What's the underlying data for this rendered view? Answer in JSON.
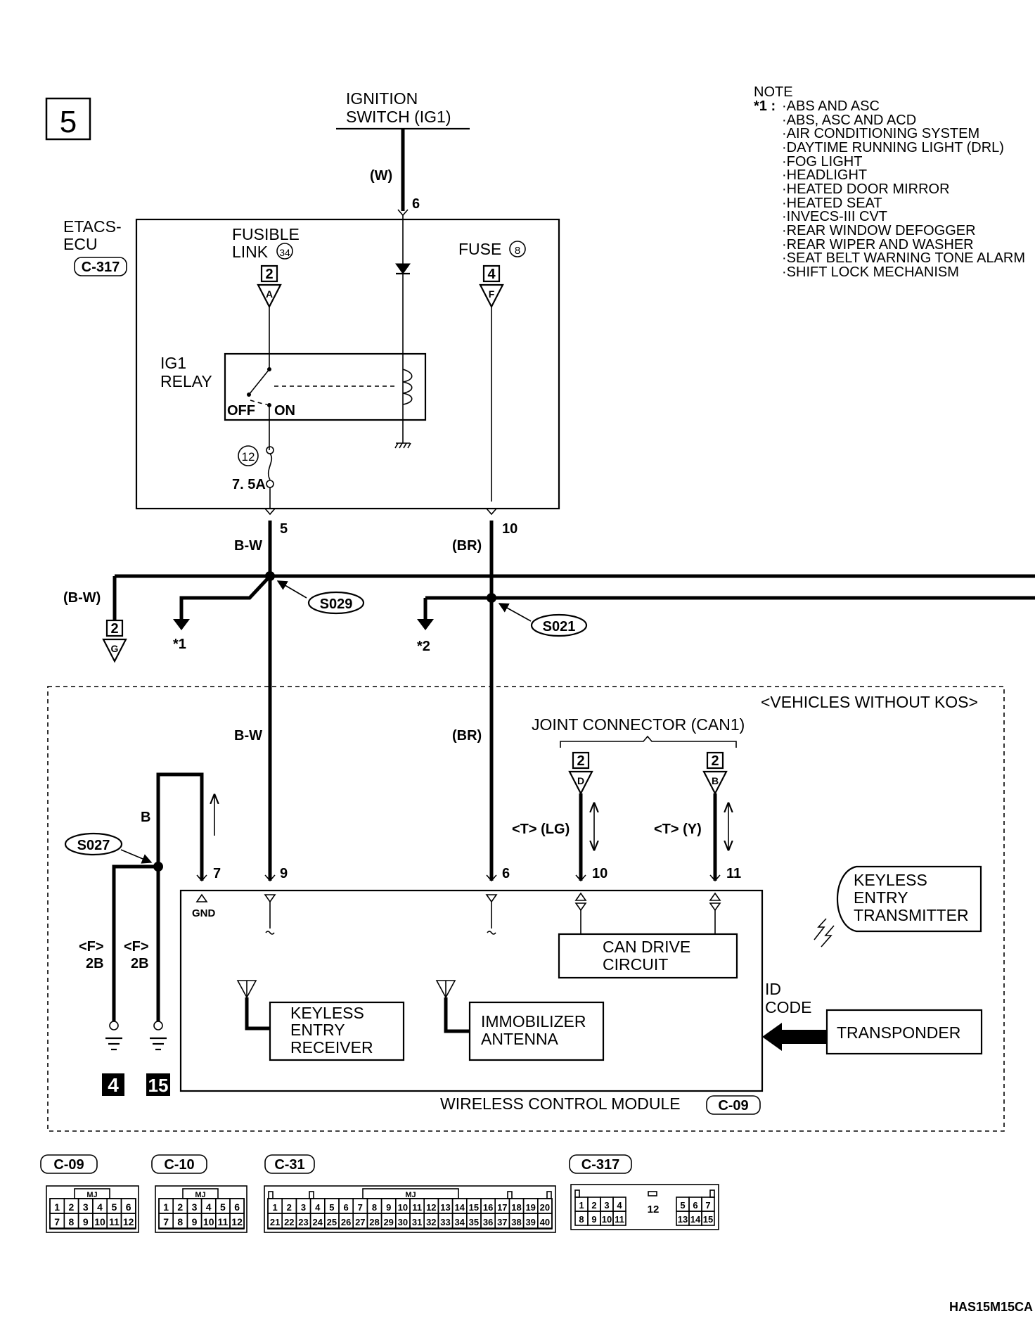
{
  "page_number": "5",
  "ignition_switch": [
    "IGNITION",
    "SWITCH (IG1)"
  ],
  "wire_colors": {
    "w": "(W)",
    "bw": "B-W",
    "bw_paren": "(B-W)",
    "br": "(BR)",
    "b": "B",
    "t_lg": "<T> (LG)",
    "t_y": "<T> (Y)",
    "f_2b": [
      "<F>",
      "2B"
    ]
  },
  "etacs": {
    "title": [
      "ETACS-",
      "ECU"
    ],
    "connector": "C-317",
    "fusible_link": [
      "FUSIBLE",
      "LINK"
    ],
    "fusible_link_no": "34",
    "fuse": "FUSE",
    "fuse_no": "8",
    "relay": [
      "IG1",
      "RELAY"
    ],
    "relay_off": "OFF",
    "relay_on": "ON",
    "fuse12_no": "12",
    "fuse12_rating": "7. 5A",
    "pins": {
      "p6": "6",
      "p5": "5",
      "p10": "10"
    }
  },
  "connectors": {
    "a": {
      "num": "2",
      "letter": "A"
    },
    "f": {
      "num": "4",
      "letter": "F"
    },
    "g": {
      "num": "2",
      "letter": "G"
    },
    "d": {
      "num": "2",
      "letter": "D"
    },
    "b": {
      "num": "2",
      "letter": "B"
    }
  },
  "splices": {
    "s029": "S029",
    "s021": "S021",
    "s027": "S027"
  },
  "refs": {
    "r1": "*1",
    "r2": "*2"
  },
  "note": {
    "title": "NOTE",
    "ref": "*1 :",
    "items": [
      "·ABS AND ASC",
      "·ABS, ASC AND ACD",
      "·AIR CONDITIONING SYSTEM",
      "·DAYTIME RUNNING LIGHT (DRL)",
      "·FOG LIGHT",
      "·HEADLIGHT",
      "·HEATED DOOR MIRROR",
      "·HEATED SEAT",
      "·INVECS-III CVT",
      "·REAR WINDOW DEFOGGER",
      "·REAR WIPER AND WASHER",
      "·SEAT BELT WARNING TONE ALARM",
      "·SHIFT LOCK MECHANISM"
    ]
  },
  "kos_box": {
    "label": "<VEHICLES WITHOUT KOS>",
    "joint_connector": "JOINT CONNECTOR (CAN1)"
  },
  "module": {
    "name": "WIRELESS CONTROL MODULE",
    "connector": "C-09",
    "pins": {
      "p7": "7",
      "p9": "9",
      "p6": "6",
      "p10": "10",
      "p11": "11"
    },
    "gnd": "GND",
    "can_drive": [
      "CAN DRIVE",
      "CIRCUIT"
    ],
    "keyless_receiver": [
      "KEYLESS",
      "ENTRY",
      "RECEIVER"
    ],
    "immobilizer": [
      "IMMOBILIZER",
      "ANTENNA"
    ]
  },
  "transmitter": [
    "KEYLESS",
    "ENTRY",
    "TRANSMITTER"
  ],
  "transponder": "TRANSPONDER",
  "id_code": [
    "ID",
    "CODE"
  ],
  "grounds": [
    "4",
    "15"
  ],
  "connector_faces": {
    "c09": {
      "label": "C-09",
      "tag": "MJ",
      "row1": [
        "1",
        "2",
        "3",
        "4",
        "5",
        "6"
      ],
      "row2": [
        "7",
        "8",
        "9",
        "10",
        "11",
        "12"
      ]
    },
    "c10": {
      "label": "C-10",
      "tag": "MJ",
      "row1": [
        "1",
        "2",
        "3",
        "4",
        "5",
        "6"
      ],
      "row2": [
        "7",
        "8",
        "9",
        "10",
        "11",
        "12"
      ]
    },
    "c31": {
      "label": "C-31",
      "tag": "MJ",
      "row1": [
        "1",
        "2",
        "3",
        "4",
        "5",
        "6",
        "7",
        "8",
        "9",
        "10",
        "11",
        "12",
        "13",
        "14",
        "15",
        "16",
        "17",
        "18",
        "19",
        "20"
      ],
      "row2": [
        "21",
        "22",
        "23",
        "24",
        "25",
        "26",
        "27",
        "28",
        "29",
        "30",
        "31",
        "32",
        "33",
        "34",
        "35",
        "36",
        "37",
        "38",
        "39",
        "40"
      ]
    },
    "c317": {
      "label": "C-317",
      "left1": [
        "1",
        "2",
        "3",
        "4"
      ],
      "left2": [
        "8",
        "9",
        "10",
        "11"
      ],
      "mid": "12",
      "right1": [
        "5",
        "6",
        "7"
      ],
      "right2": [
        "13",
        "14",
        "15"
      ]
    }
  },
  "figure_code": "HAS15M15CA"
}
